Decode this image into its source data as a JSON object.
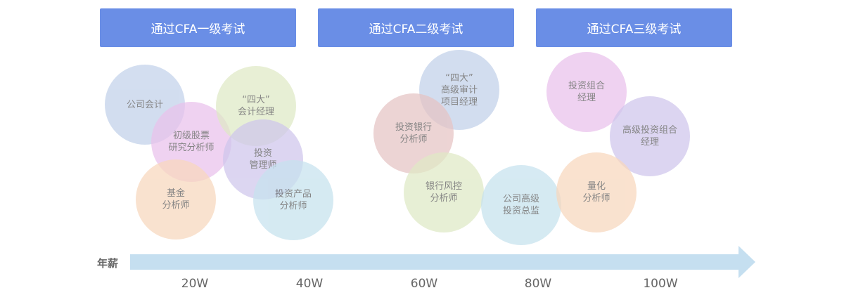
{
  "headers": [
    "通过CFA一级考试",
    "通过CFA二级考试",
    "通过CFA三级考试"
  ],
  "roles": [
    {
      "label": "公司会计",
      "color": "#c2d1ea"
    },
    {
      "label": "初级股票\n研究分析师",
      "color": "#eac2ec"
    },
    {
      "label": "“四大”\n会计经理",
      "color": "#dfe9c5"
    },
    {
      "label": "投资\n管理师",
      "color": "#cfc6ec"
    },
    {
      "label": "基金\n分析师",
      "color": "#f8d7bd"
    },
    {
      "label": "投资产品\n分析师",
      "color": "#c6e2ee"
    },
    {
      "label": "“四大”\n高级审计\n项目经理",
      "color": "#c2d1ea"
    },
    {
      "label": "投资银行\n分析师",
      "color": "#e6c4c4"
    },
    {
      "label": "银行风控\n分析师",
      "color": "#dfe9c5"
    },
    {
      "label": "公司高级\n投资总监",
      "color": "#c6e2ee"
    },
    {
      "label": "投资组合\n经理",
      "color": "#eac2ec"
    },
    {
      "label": "高级投资组合\n经理",
      "color": "#cfc6ec"
    },
    {
      "label": "量化\n分析师",
      "color": "#f8d7bd"
    }
  ],
  "axis": {
    "label": "年薪",
    "ticks": [
      "20W",
      "40W",
      "60W",
      "80W",
      "100W"
    ],
    "color": "#c5dff0"
  }
}
